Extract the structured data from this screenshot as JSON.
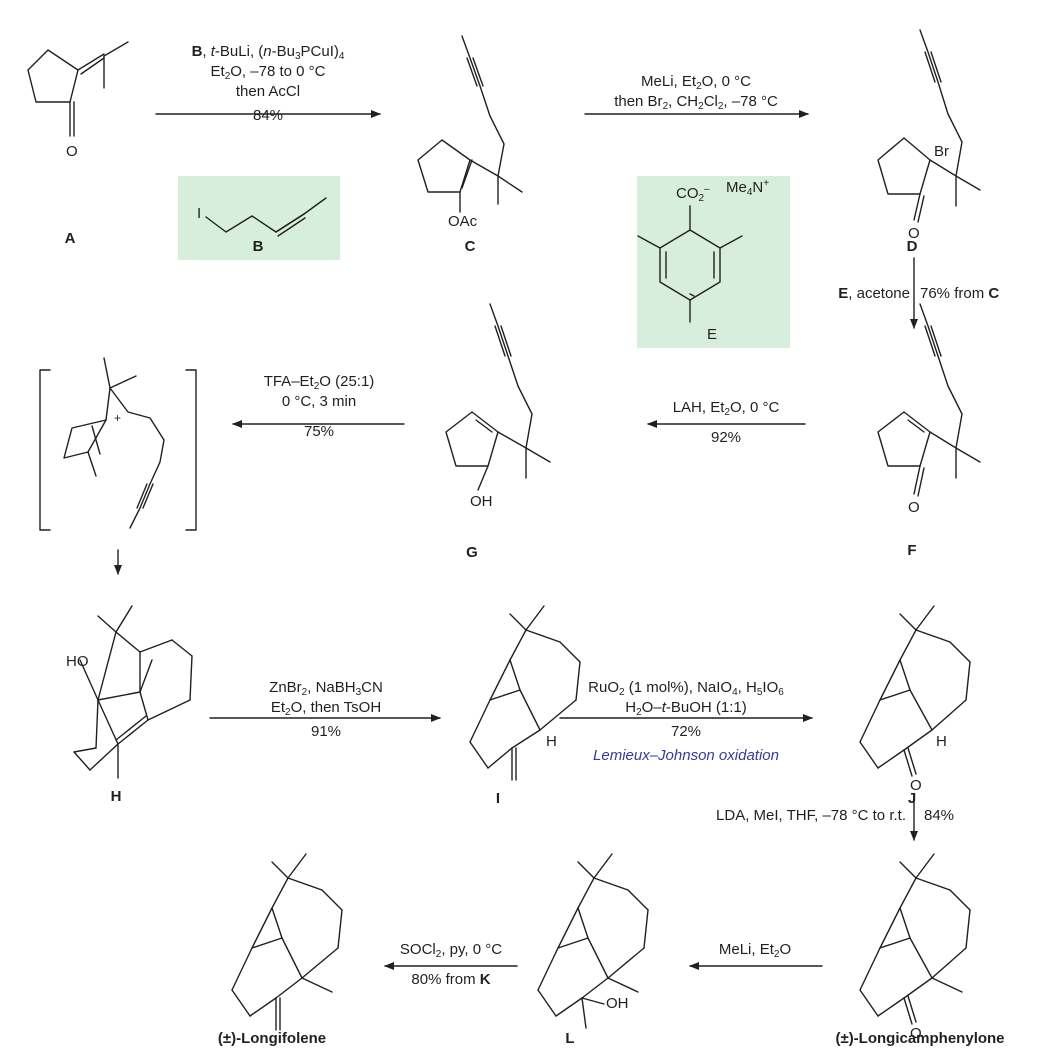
{
  "colors": {
    "ink": "#231f20",
    "highlight_box": "#d8eedd",
    "named_reaction": "#3a3a9a"
  },
  "compounds": {
    "A": "A",
    "B": "B",
    "C": "C",
    "D": "D",
    "E": "E",
    "F": "F",
    "G": "G",
    "H": "H",
    "I": "I",
    "J": "J",
    "L": "L",
    "longicamphenylone": "(±)-Longicamphenylone",
    "longifolene": "(±)-Longifolene"
  },
  "atoms": {
    "ketone_O": "O",
    "OAc": "OAc",
    "Br": "Br",
    "OH": "OH",
    "HO": "HO",
    "H": "H",
    "I": "I",
    "plus": "+",
    "Me4N": "Me4N+",
    "CO2": "CO2–"
  },
  "steps": {
    "s1": {
      "line1_a": "B",
      "line1_b": ", ",
      "line1_c": "t",
      "line1_d": "-BuLi, (",
      "line1_e": "n",
      "line1_f": "-Bu3PCuI)4",
      "line2": "Et2O, –78 to 0 °C",
      "line3": "then AcCl",
      "yield": "84%"
    },
    "s2": {
      "line1": "MeLi, Et2O, 0 °C",
      "line2": "then Br2, CH2Cl2, –78 °C"
    },
    "s3": {
      "reagent": "E",
      "text": ", acetone",
      "yield_text": "76% from ",
      "from": "C"
    },
    "s4": {
      "line1": "LAH, Et2O, 0 °C",
      "yield": "92%"
    },
    "s5": {
      "line1": "TFA–Et2O (25:1)",
      "line2": "0 °C, 3 min",
      "yield": "75%"
    },
    "s6": {
      "line1": "ZnBr2, NaBH3CN",
      "line2": "Et2O, then TsOH",
      "yield": "91%"
    },
    "s7": {
      "line1": "RuO2 (1 mol%), NaIO4, H5IO6",
      "line2": "H2O–t-BuOH (1:1)",
      "yield": "72%",
      "name": "Lemieux–Johnson oxidation"
    },
    "s8": {
      "text": "LDA, MeI, THF, –78 °C to r.t.",
      "yield": "84%"
    },
    "s9": {
      "line1": "MeLi, Et2O"
    },
    "s10": {
      "line1": "SOCl2, py, 0 °C",
      "yield_text": "80% from ",
      "from": "K"
    }
  }
}
